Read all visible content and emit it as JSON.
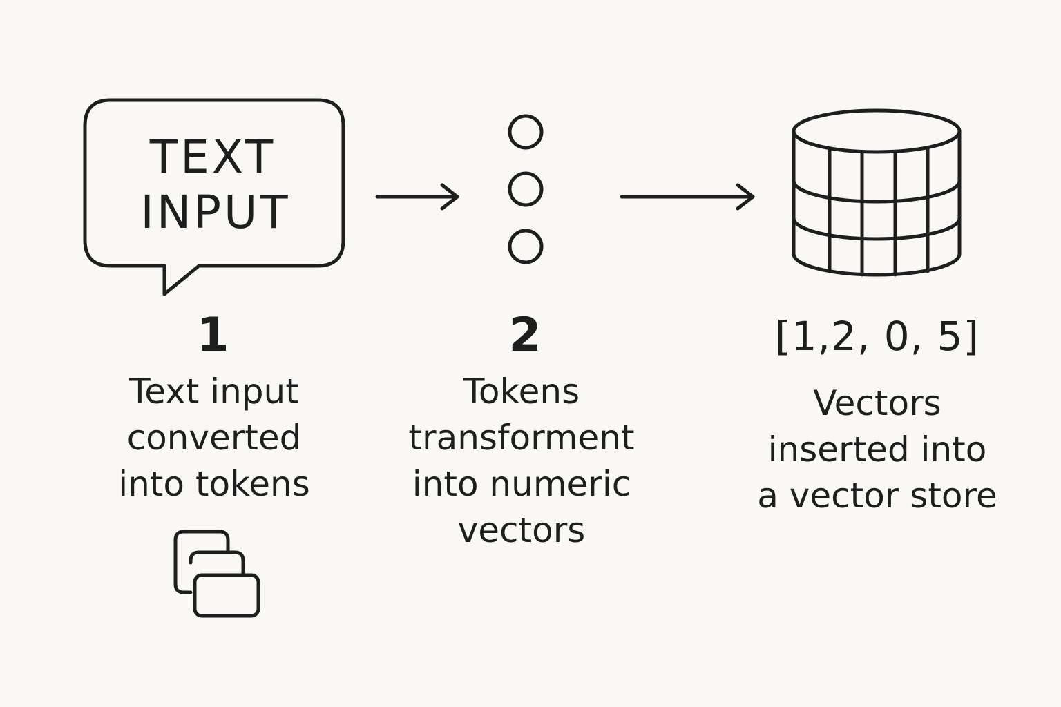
{
  "step1": {
    "bubble_text_line1": "TEXT",
    "bubble_text_line2": "INPUT",
    "number": "1",
    "caption": "Text input\nconverted\ninto tokens",
    "icon": "copy-icon"
  },
  "step2": {
    "number": "2",
    "caption": "Tokens\ntransforment\ninto numeric\nvectors",
    "icon": "token-dots-icon"
  },
  "step3": {
    "vector_label": "[1,2, 0, 5]",
    "caption": "Vectors\ninserted into\na vector store",
    "icon": "database-icon"
  },
  "colors": {
    "background": "#f9f8f4",
    "ink": "#1e1e1e"
  }
}
